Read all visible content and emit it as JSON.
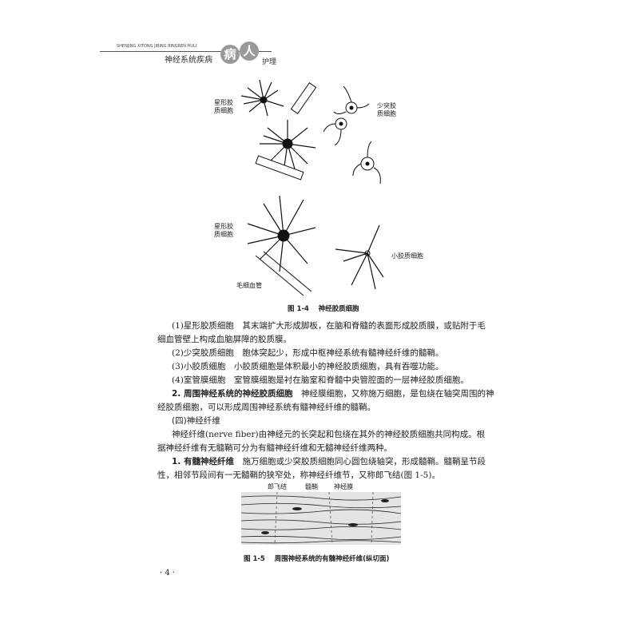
{
  "header": {
    "pinyin": "SHENJING XITONG JIBING BINGREN HULI",
    "title_a": "神经系统疾病",
    "title_b1": "病",
    "title_b2": "人",
    "title_c": "护理"
  },
  "figure_1_4": {
    "labels": {
      "astro_top": "星形胶\n质细胞",
      "oligo": "少突胶\n质细胞",
      "astro_bottom": "星形胶\n质细胞",
      "microglia": "小胶质细胞",
      "capillary": "毛细血管"
    },
    "caption": "图 1-4    神经胶质细胞"
  },
  "paragraphs": {
    "p1a": "(1)星形胶质细胞　其末端扩大形成脚板，在脑和脊髓的表面形成胶质膜，或贴附于毛",
    "p1b": "细血管壁上构成血脑屏障的胶质膜。",
    "p2": "(2)少突胶质细胞　胞体突起少，形成中枢神经系统有髓神经纤维的髓鞘。",
    "p3": "(3)小胶质细胞　小胶质细胞是体积最小的神经胶质细胞，具有吞噬功能。",
    "p4": "(4)室管膜细胞　室管膜细胞是衬在脑室和脊髓中央管腔面的一层神经胶质细胞。",
    "p5_head": "2. 周围神经系统的神经胶质细胞",
    "p5a": "　神经膜细胞，又称施万细胞，是包绕在轴突周围的神",
    "p5b": "经胶质细胞，可以形成周围神经系统有髓神经纤维的髓鞘。",
    "section": "(四)神经纤维",
    "p6a": "神经纤维(nerve fiber)由神经元的长突起和包绕在其外的神经胶质细胞共同构成。根",
    "p6b": "据神经纤维有无髓鞘可分为有髓神经纤维和无髓神经纤维两种。",
    "p7_head": "1. 有髓神经纤维",
    "p7a": "　施万细胞或少突胶质细胞同心圆包绕轴突，形成髓鞘。髓鞘呈节段",
    "p7b": "性，相邻节段间有一无髓鞘的狭窄处，称神经纤维节，又称郎飞结(图 1-5)。"
  },
  "figure_1_5": {
    "labels": {
      "node": "郎飞结",
      "myelin": "髓鞘",
      "neurilemma": "神经膜"
    },
    "caption": "图 1-5    周围神经系统的有髓神经纤维(纵切面)"
  },
  "page_number": "· 4 ·"
}
